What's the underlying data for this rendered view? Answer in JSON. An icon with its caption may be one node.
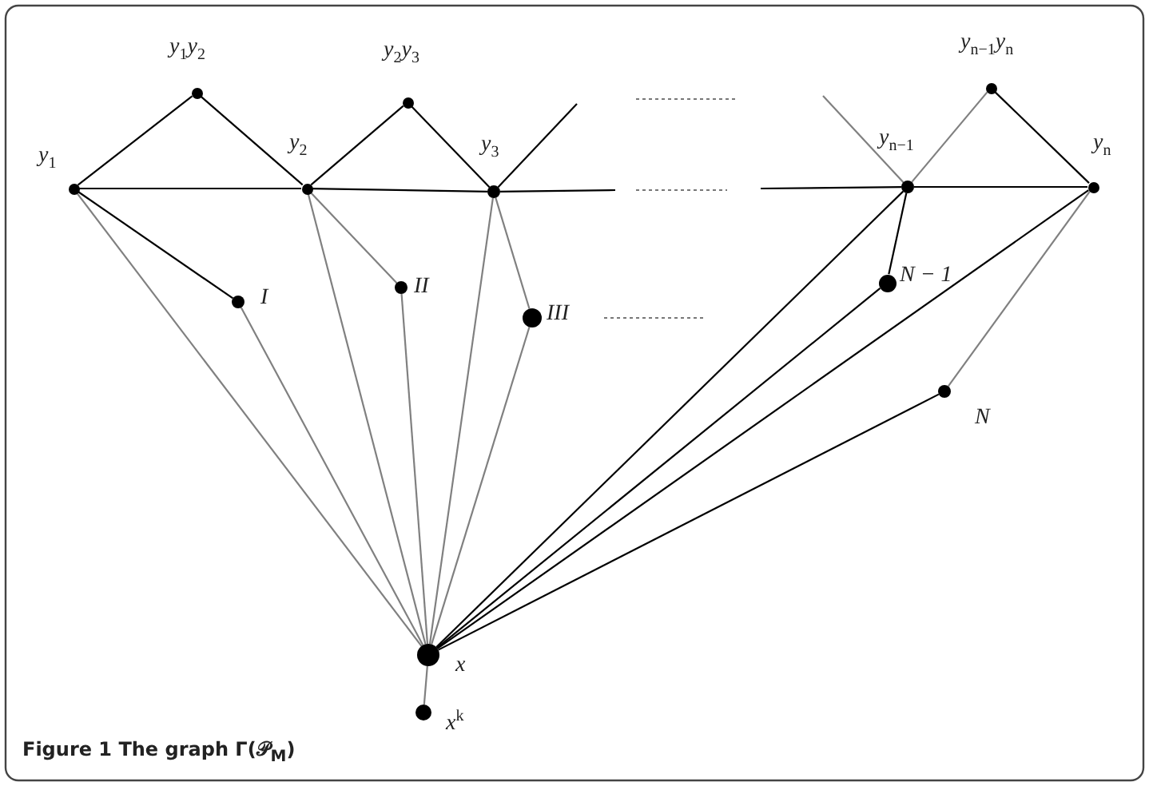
{
  "diagram": {
    "caption": "Figure 1 The graph Γ(𝒫$_{M}$)",
    "nodes": [
      {
        "text": [
          "y$_{1}$"
        ]
      },
      {
        "text": [
          "y$_{1}$y$_{2}$"
        ]
      },
      {
        "text": [
          "y$_{2}$"
        ]
      },
      {
        "text": [
          "y$_{2}$y$_{3}$"
        ]
      },
      {
        "text": [
          "y$_{3}$"
        ]
      },
      {
        "text": [
          "I"
        ]
      },
      {
        "text": [
          "II"
        ]
      },
      {
        "text": [
          "III"
        ]
      },
      {
        "text": [
          "y$_{n−1}$"
        ]
      },
      {
        "text": [
          "y$_{n−1}$y$_{n}$"
        ]
      },
      {
        "text": [
          "y$_{n}$"
        ]
      },
      {
        "text": [
          "N − 1"
        ]
      },
      {
        "text": [
          "N"
        ]
      },
      {
        "text": [
          "x"
        ]
      },
      {
        "text": [
          "x$^{k}$"
        ]
      }
    ],
    "edges": [
      {
        "from": 0,
        "to": 1,
        "arrow": "none"
      },
      {
        "from": 1,
        "to": 2,
        "arrow": "none"
      },
      {
        "from": 2,
        "to": 3,
        "arrow": "none"
      },
      {
        "from": 3,
        "to": 4,
        "arrow": "none"
      },
      {
        "from": 4,
        "to": null,
        "arrow": "none"
      },
      {
        "from": 0,
        "to": 2,
        "arrow": "none"
      },
      {
        "from": 2,
        "to": 4,
        "arrow": "none"
      },
      {
        "from": 4,
        "to": null,
        "arrow": "none"
      },
      {
        "from": null,
        "to": 8,
        "arrow": "none",
        "color": "#808080"
      },
      {
        "from": null,
        "to": 8,
        "arrow": "none"
      },
      {
        "from": 8,
        "to": 9,
        "arrow": "none",
        "color": "#808080"
      },
      {
        "from": 9,
        "to": 10,
        "arrow": "none"
      },
      {
        "from": 8,
        "to": 10,
        "arrow": "none"
      },
      {
        "from": 0,
        "to": 5,
        "arrow": "none"
      },
      {
        "from": 0,
        "to": 13,
        "arrow": "none",
        "color": "#808080"
      },
      {
        "from": 5,
        "to": 13,
        "arrow": "none",
        "color": "#808080"
      },
      {
        "from": 2,
        "to": 6,
        "arrow": "none",
        "color": "#808080"
      },
      {
        "from": 2,
        "to": 13,
        "arrow": "none",
        "color": "#808080"
      },
      {
        "from": 6,
        "to": 13,
        "arrow": "none",
        "color": "#808080"
      },
      {
        "from": 4,
        "to": 13,
        "arrow": "none",
        "color": "#808080"
      },
      {
        "from": 4,
        "to": 7,
        "arrow": "none",
        "color": "#808080"
      },
      {
        "from": 7,
        "to": 13,
        "arrow": "none",
        "color": "#808080"
      },
      {
        "from": 8,
        "to": 13,
        "arrow": "none"
      },
      {
        "from": 8,
        "to": 11,
        "arrow": "none"
      },
      {
        "from": 11,
        "to": 13,
        "arrow": "none"
      },
      {
        "from": 10,
        "to": 13,
        "arrow": "none"
      },
      {
        "from": 10,
        "to": 12,
        "arrow": "none",
        "color": "#808080"
      },
      {
        "from": 12,
        "to": 13,
        "arrow": "none"
      },
      {
        "from": 13,
        "to": 14,
        "arrow": "none",
        "color": "#808080"
      }
    ]
  }
}
